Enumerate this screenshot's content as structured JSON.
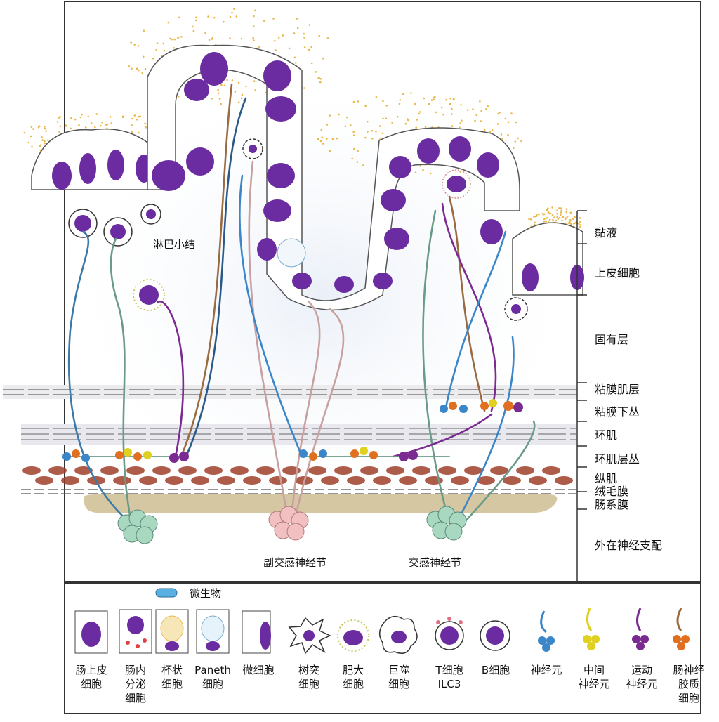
{
  "layers": [
    "黏液",
    "上皮细胞",
    "固有层",
    "粘膜肌层",
    "粘膜下丛",
    "环肌",
    "环肌层丛",
    "纵肌",
    "绒毛膜",
    "肠系膜",
    "外在神经支配"
  ],
  "labels": {
    "lymph_nodule": "淋巴小结",
    "parasympathetic_ganglion": "副交感神经节",
    "sympathetic_ganglion": "交感神经节",
    "microbe": "微生物"
  },
  "legend": [
    {
      "icon": "enterocyte-icon",
      "lines": [
        "肠上皮",
        "细胞"
      ]
    },
    {
      "icon": "enteroendocrine-cell-icon",
      "lines": [
        "肠内",
        "分泌",
        "细胞"
      ]
    },
    {
      "icon": "goblet-cell-icon",
      "lines": [
        "杯状",
        "细胞"
      ]
    },
    {
      "icon": "paneth-cell-icon",
      "lines": [
        "Paneth",
        "细胞"
      ]
    },
    {
      "icon": "microfold-cell-icon",
      "lines": [
        "微细胞"
      ]
    },
    {
      "icon": "dendritic-cell-icon",
      "lines": [
        "树突",
        "细胞"
      ]
    },
    {
      "icon": "mast-cell-icon",
      "lines": [
        "肥大",
        "细胞"
      ]
    },
    {
      "icon": "macrophage-icon",
      "lines": [
        "巨噬",
        "细胞"
      ]
    },
    {
      "icon": "t-cell-ilc3-icon",
      "lines": [
        "T细胞",
        "ILC3"
      ]
    },
    {
      "icon": "b-cell-icon",
      "lines": [
        "B细胞"
      ]
    },
    {
      "icon": "neuron-icon",
      "lines": [
        "神经元"
      ]
    },
    {
      "icon": "interneuron-icon",
      "lines": [
        "中间",
        "神经元"
      ]
    },
    {
      "icon": "motor-neuron-icon",
      "lines": [
        "运动",
        "神经元"
      ]
    },
    {
      "icon": "enteric-glia-icon",
      "lines": [
        "肠神经",
        "胶质",
        "细胞"
      ]
    }
  ],
  "colors": {
    "nucleus": "#6a2ca0",
    "mucus_dot": "#e8b84a",
    "neuron": "#3a86c8",
    "interneuron": "#e0d020",
    "motor": "#7a2a90",
    "glia": "#e07020",
    "submucosa_band": "#d6c7a3",
    "longitudinal_muscle": "#a0402a",
    "ganglion_green": "#a8d8c0",
    "ganglion_pink": "#f2c0c0"
  }
}
